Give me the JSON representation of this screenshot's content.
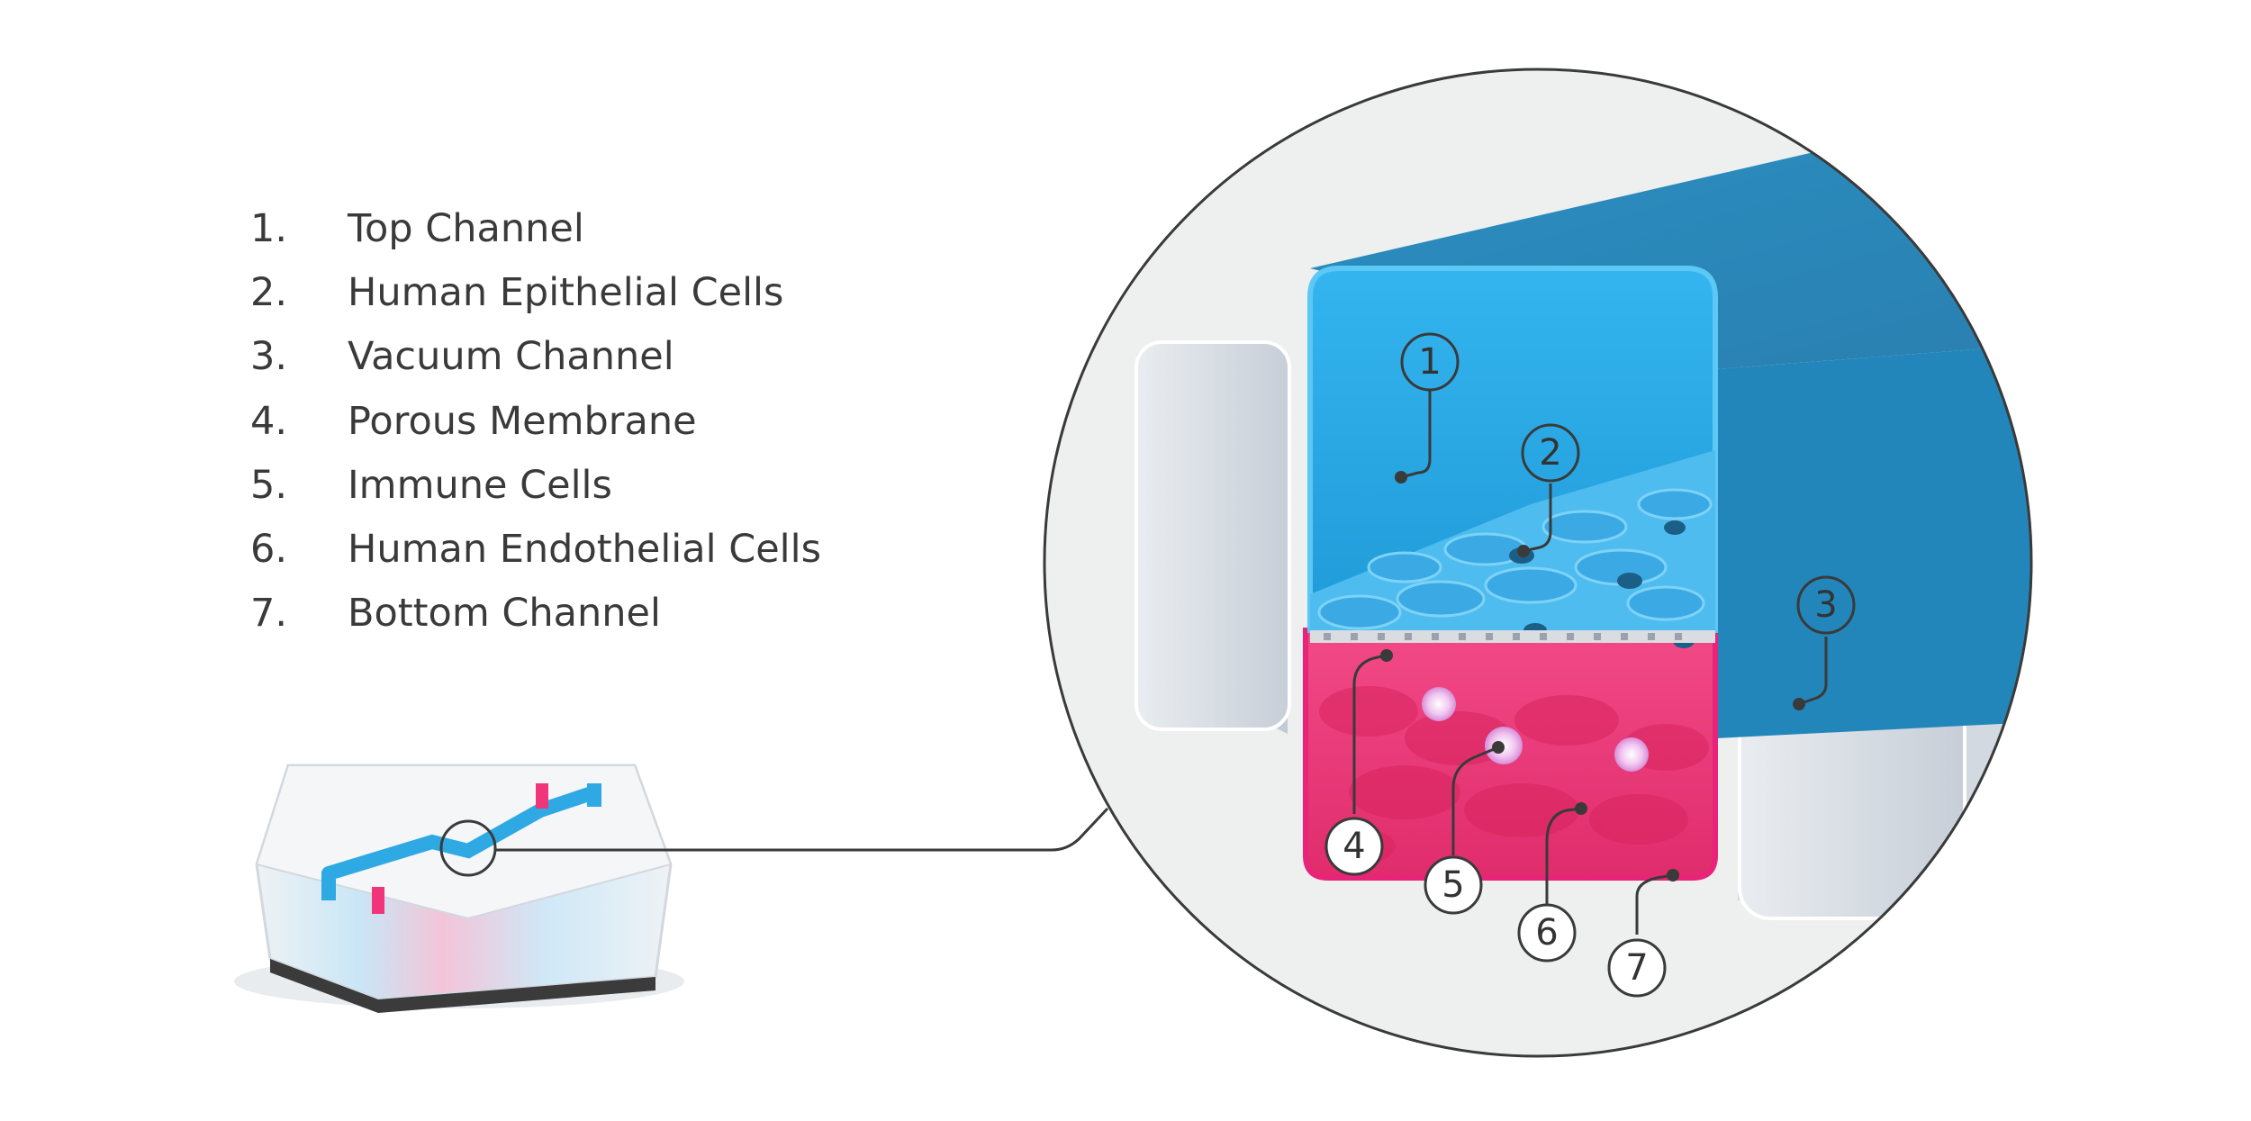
{
  "legend": [
    {
      "num": "1.",
      "label": "Top Channel"
    },
    {
      "num": "2.",
      "label": "Human Epithelial Cells"
    },
    {
      "num": "3.",
      "label": "Vacuum Channel"
    },
    {
      "num": "4.",
      "label": "Porous Membrane"
    },
    {
      "num": "5.",
      "label": "Immune Cells"
    },
    {
      "num": "6.",
      "label": "Human Endothelial Cells"
    },
    {
      "num": "7.",
      "label": "Bottom Channel"
    }
  ],
  "callouts": [
    "1",
    "2",
    "3",
    "4",
    "5",
    "6",
    "7"
  ],
  "colors": {
    "top_channel": "#2fa9e3",
    "bottom_channel": "#f0357a",
    "vacuum_channel": "#d8dde4",
    "outline": "#3a3a3a"
  }
}
